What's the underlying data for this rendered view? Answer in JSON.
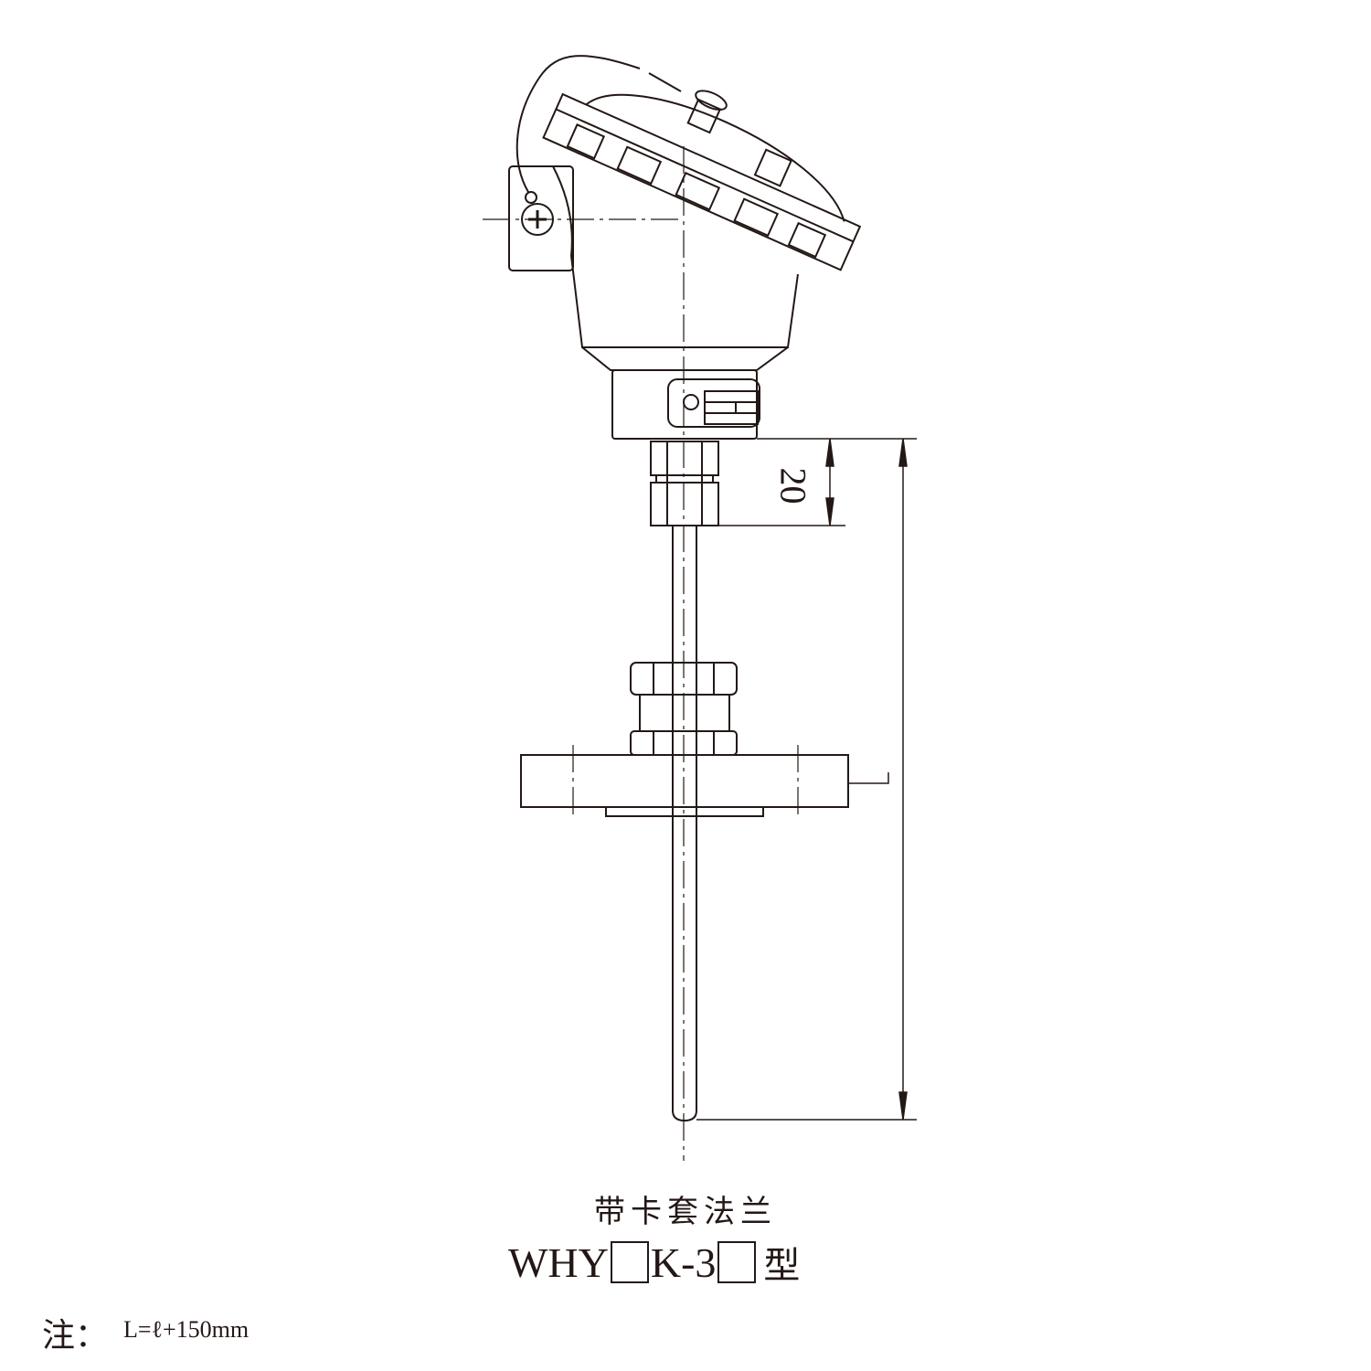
{
  "title": "带卡套法兰",
  "model": {
    "prefix": "WHY",
    "middle": "K-3",
    "suffix": "型"
  },
  "note": {
    "label": "注：",
    "text": "L=ℓ+150mm"
  },
  "dimension_label": "20",
  "colors": {
    "line": "#231815",
    "background": "#ffffff"
  }
}
